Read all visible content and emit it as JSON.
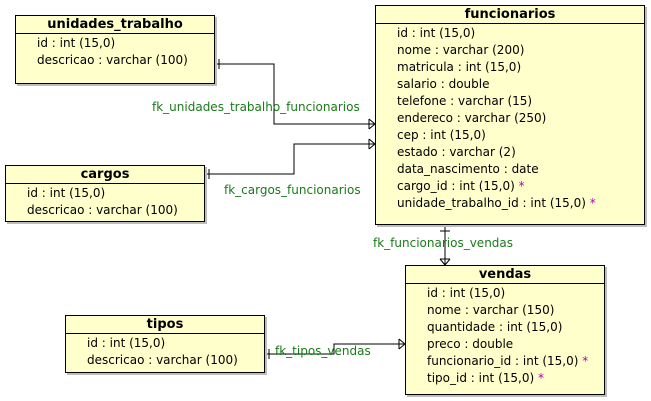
{
  "entities": {
    "unidades_trabalho": {
      "name": "unidades_trabalho",
      "fields": [
        "id : int (15,0)",
        "descricao : varchar (100)"
      ]
    },
    "cargos": {
      "name": "cargos",
      "fields": [
        "id : int (15,0)",
        "descricao : varchar (100)"
      ]
    },
    "tipos": {
      "name": "tipos",
      "fields": [
        "id : int (15,0)",
        "descricao : varchar (100)"
      ]
    },
    "funcionarios": {
      "name": "funcionarios",
      "fields": [
        "id : int (15,0)",
        "nome : varchar (200)",
        "matricula : int (15,0)",
        "salario : double",
        "telefone : varchar (15)",
        "endereco : varchar (250)",
        "cep : int (15,0)",
        "estado : varchar (2)",
        "data_nascimento : date",
        "cargo_id : int (15,0)",
        "unidade_trabalho_id : int (15,0)"
      ],
      "fk_marker": "*"
    },
    "vendas": {
      "name": "vendas",
      "fields": [
        "id : int (15,0)",
        "nome : varchar (150)",
        "quantidade : int (15,0)",
        "preco : double",
        "funcionario_id : int (15,0)",
        "tipo_id : int (15,0)"
      ],
      "fk_marker": "*"
    }
  },
  "relationships": {
    "fk_unidades": "fk_unidades_trabalho_funcionarios",
    "fk_cargos": "fk_cargos_funcionarios",
    "fk_funcionarios_vendas": "fk_funcionarios_vendas",
    "fk_tipos": "fk_tipos_vendas"
  },
  "colors": {
    "entity_fill": "#ffffcc",
    "label": "#1a7a1a",
    "fk_marker": "#b000b0"
  }
}
